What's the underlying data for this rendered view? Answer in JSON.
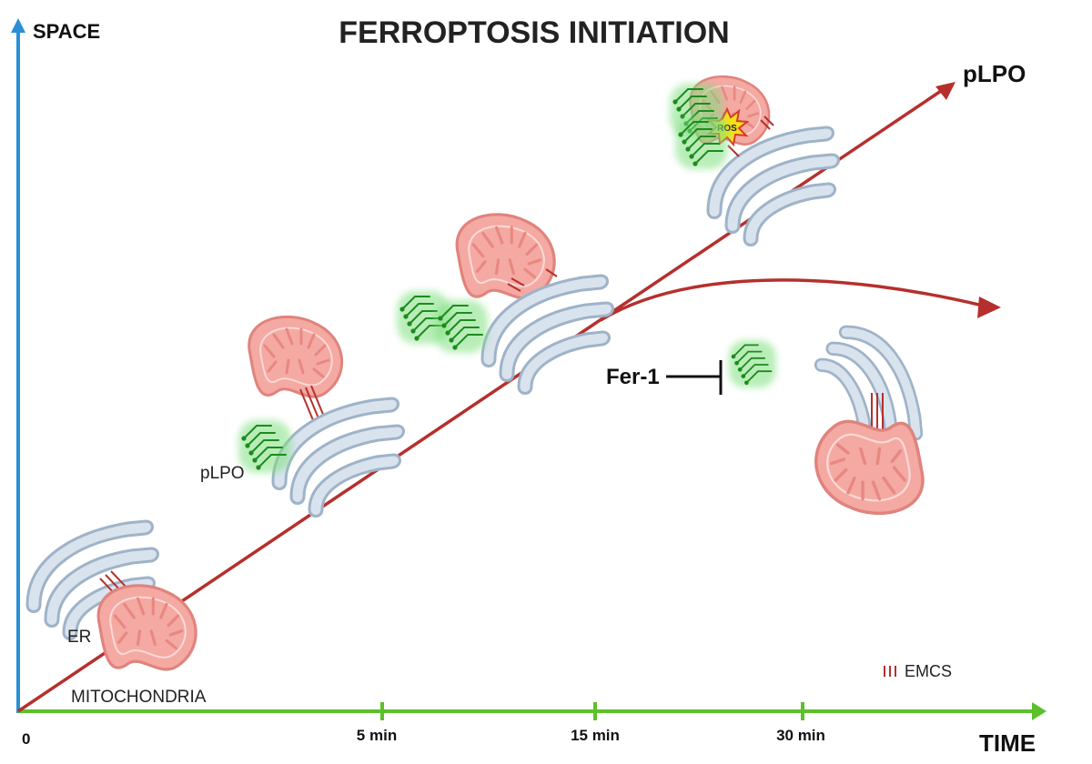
{
  "title": "FERROPTOSIS INITIATION",
  "axes": {
    "y_label": "SPACE",
    "x_label": "TIME",
    "origin": "0",
    "ticks": [
      "5 min",
      "15 min",
      "30 min"
    ]
  },
  "labels": {
    "er": "ER",
    "mitochondria": "MITOCHONDRIA",
    "plpo_small": "pLPO",
    "plpo_arrow": "pLPO",
    "fer1": "Fer-1",
    "ros": "ROS",
    "legend_emcs": "EMCS",
    "legend_marks": "III"
  },
  "colors": {
    "y_axis": "#2a8fd6",
    "x_axis": "#5cc02a",
    "trajectory": "#b5302d",
    "mito_fill": "#f4a9a3",
    "mito_stroke": "#e0837c",
    "er_fill": "#d8e3ee",
    "er_stroke": "#9fb3c8",
    "lipid": "#1e8a1e",
    "lipid_glow": "#7fe07f",
    "emcs": "#b5302d",
    "ros_fill": "#f5e01c",
    "ros_stroke": "#d83a2a"
  }
}
